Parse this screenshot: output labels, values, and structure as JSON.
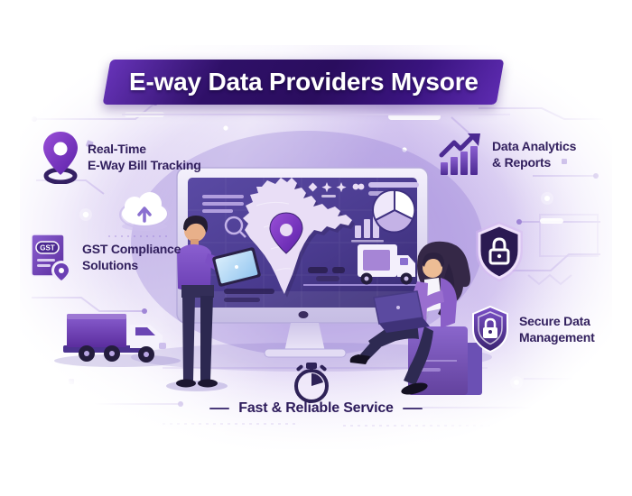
{
  "title": {
    "text": "E-way Data Providers Mysore"
  },
  "features": [
    {
      "icon": "location-pin-icon",
      "line1": "Real-Time",
      "line2": "E-Way Bill Tracking"
    },
    {
      "icon": "analytics-bars-icon",
      "line1": "Data Analytics",
      "line2": "& Reports"
    },
    {
      "icon": "gst-document-icon",
      "badge": "GST",
      "line1": "GST Compliance",
      "line2": "Solutions"
    },
    {
      "icon": "shield-lock-icon",
      "line1": "Secure Data",
      "line2": "Management"
    }
  ],
  "tagline": {
    "icon": "stopwatch-icon",
    "text": "Fast & Reliable Service"
  },
  "colors": {
    "banner_purple_dark": "#2a0d5e",
    "banner_purple_light": "#6633b8",
    "label_text": "#32205e",
    "screen_purple": "#4a3b8f",
    "map_lavender": "#e9def6",
    "accent_purple": "#7b46c8",
    "background_lavender": "#d6c9f0",
    "tablet_screen_blue": "#a9d3f2"
  },
  "illustration": {
    "icons": [
      "cloud-upload-icon",
      "security-shield-icon",
      "stopwatch-icon",
      "location-pin-icon"
    ],
    "scene": [
      "monitor-india-map-dashboard",
      "man-with-tablet",
      "woman-with-laptop",
      "delivery-truck",
      "screen-truck"
    ]
  }
}
